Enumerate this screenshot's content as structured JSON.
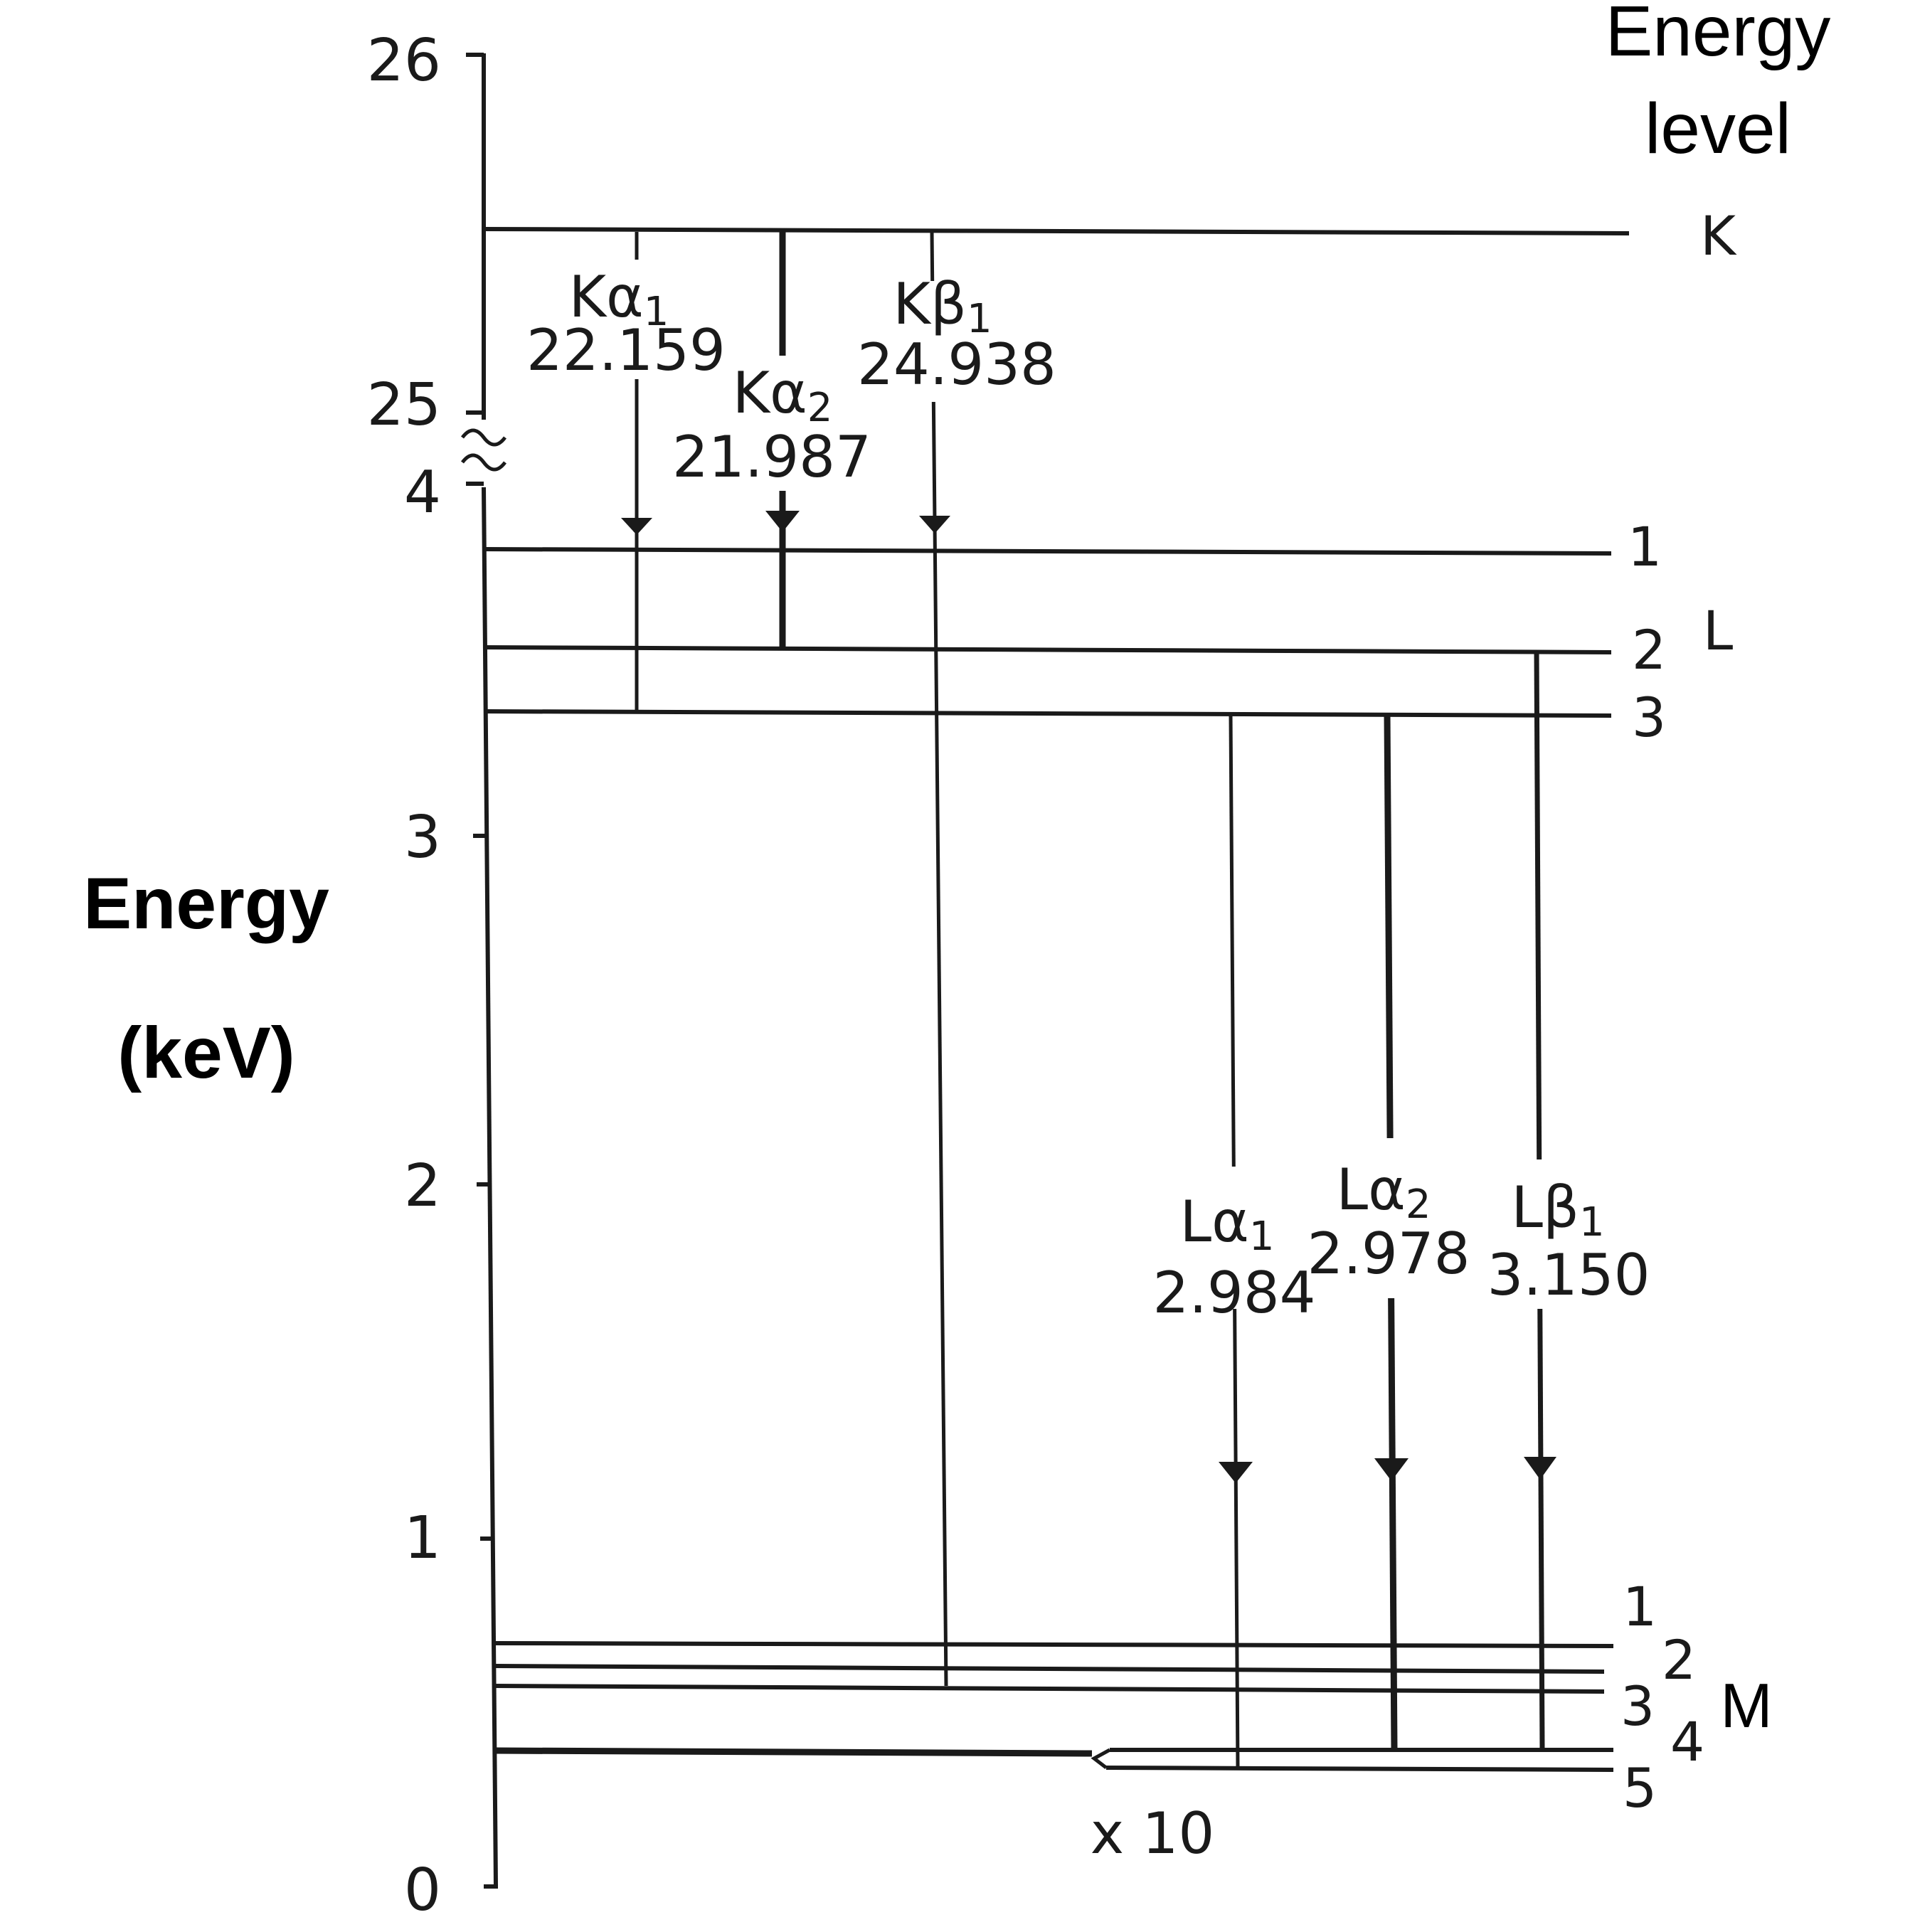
{
  "header": {
    "line1": "Energy",
    "line2": "level"
  },
  "y_axis": {
    "label_line1": "Energy",
    "label_line2": "(keV)",
    "ticks": [
      "26",
      "25",
      "4",
      "3",
      "2",
      "1",
      "0"
    ]
  },
  "shells": {
    "K": {
      "name": "K"
    },
    "L": {
      "name": "L",
      "sublevels": [
        "1",
        "2",
        "3"
      ]
    },
    "M": {
      "name": "M",
      "sublevels": [
        "1",
        "2",
        "3",
        "4",
        "5"
      ]
    }
  },
  "transitions": {
    "ka1": {
      "symbol": "K",
      "greek": "α",
      "sub": "1",
      "energy": "22.159"
    },
    "ka2": {
      "symbol": "K",
      "greek": "α",
      "sub": "2",
      "energy": "21.987"
    },
    "kb1": {
      "symbol": "K",
      "greek": "β",
      "sub": "1",
      "energy": "24.938"
    },
    "la1": {
      "symbol": "L",
      "greek": "α",
      "sub": "1",
      "energy": "2.984"
    },
    "la2": {
      "symbol": "L",
      "greek": "α",
      "sub": "2",
      "energy": "2.978"
    },
    "lb1": {
      "symbol": "L",
      "greek": "β",
      "sub": "1",
      "energy": "3.150"
    }
  },
  "scale_note": "x 10"
}
